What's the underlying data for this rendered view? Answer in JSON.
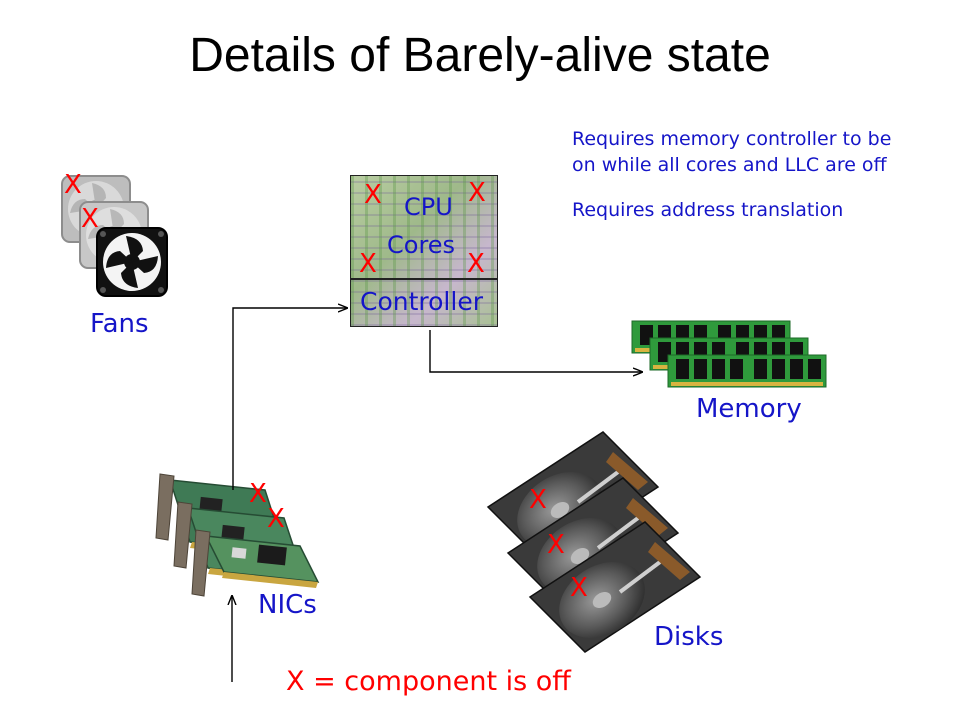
{
  "title": "Details of Barely-alive state",
  "notes": [
    "Requires memory controller to be",
    "on while all cores and LLC are off",
    "Requires address translation"
  ],
  "cpu": {
    "top_label": "CPU",
    "bottom_label": "Cores",
    "controller_label": "Controller"
  },
  "components": {
    "fans": "Fans",
    "memory": "Memory",
    "nics": "NICs",
    "disks": "Disks"
  },
  "off_mark": "X",
  "legend": "X = component is off",
  "colors": {
    "label": "#1515c8",
    "off": "#ff0000",
    "arrow": "#000000"
  }
}
